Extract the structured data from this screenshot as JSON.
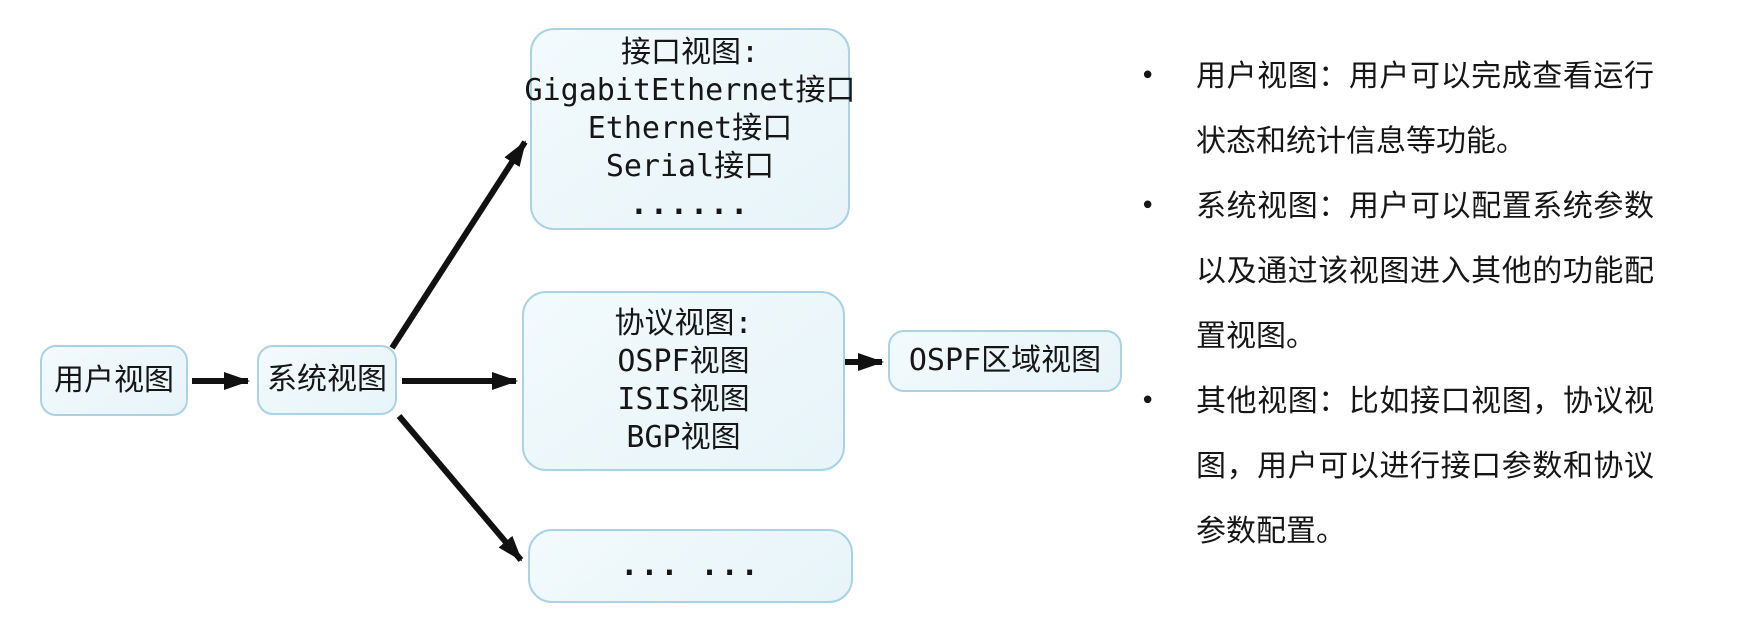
{
  "diagram": {
    "user_view": {
      "label": "用户视图"
    },
    "system_view": {
      "label": "系统视图"
    },
    "interface_box": {
      "lines": [
        "接口视图:",
        "GigabitEthernet接口",
        "Ethernet接口",
        "Serial接口",
        "......"
      ]
    },
    "protocol_box": {
      "lines": [
        "协议视图:",
        "OSPF视图",
        "ISIS视图",
        "BGP视图"
      ]
    },
    "other_box": {
      "label": "... ..."
    },
    "ospf_area_box": {
      "label": "OSPF区域视图"
    }
  },
  "notes": {
    "bullet_char": "•",
    "bullets": [
      {
        "text": "用户视图：用户可以完成查看运行状态和统计信息等功能。"
      },
      {
        "text": "系统视图：用户可以配置系统参数以及通过该视图进入其他的功能配置视图。"
      },
      {
        "text": "其他视图：比如接口视图，协议视图，用户可以进行接口参数和协议参数配置。"
      }
    ]
  },
  "colors": {
    "box_fill": "#e8f5fa",
    "box_border": "#a9d2e3",
    "arrow": "#111111",
    "text": "#161616"
  }
}
